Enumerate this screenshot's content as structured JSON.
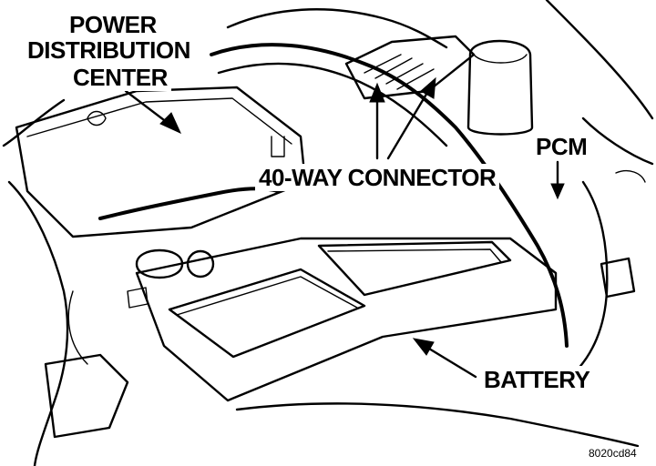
{
  "labels": {
    "power_distribution_center": [
      "POWER",
      "DISTRIBUTION",
      "CENTER"
    ],
    "forty_way_connector": "40-WAY CONNECTOR",
    "pcm": "PCM",
    "battery": "BATTERY",
    "figure_code": "8020cd84"
  }
}
